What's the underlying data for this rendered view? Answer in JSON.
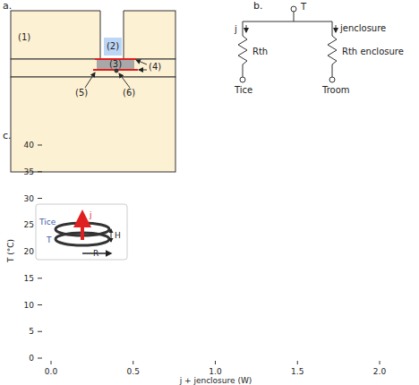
{
  "diagram": {
    "labels": [
      "a.",
      "b.",
      "c.",
      "(1)",
      "(2)",
      "(3)",
      "(4)",
      "(5)",
      "(6)",
      "T",
      "j",
      "jenclosure",
      "Rth",
      "Rth enclosure",
      "Tice",
      "Troom",
      "40",
      "35",
      "30",
      "25",
      "20",
      "15",
      "10",
      "5",
      "0",
      "0.0",
      "0.5",
      "1.0",
      "1.5",
      "2.0",
      "T (°C)",
      "j + jenclosure (W)",
      "Tice",
      "T",
      "j",
      "H",
      "R"
    ]
  }
}
